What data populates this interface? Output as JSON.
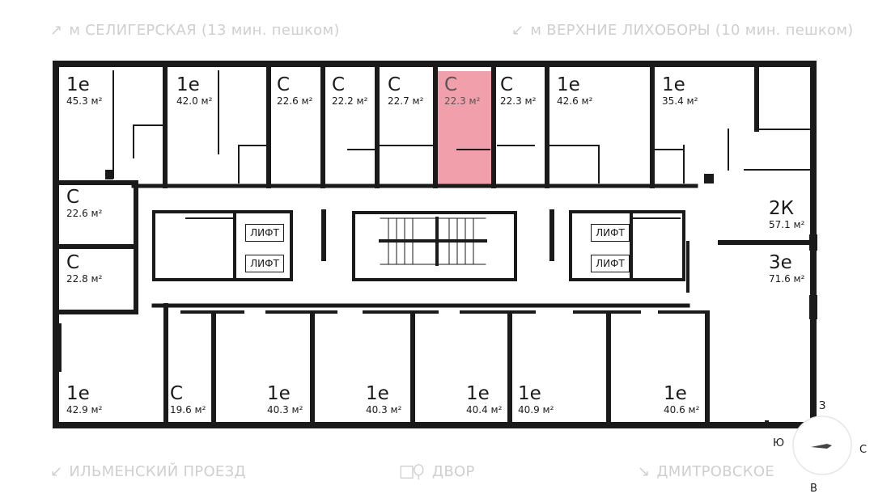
{
  "streets": {
    "top_left": "м СЕЛИГЕРСКАЯ (13 мин. пешком)",
    "top_right": "м ВЕРХНИЕ ЛИХОБОРЫ (10 мин. пешком)",
    "bottom_left": "ИЛЬМЕНСКИЙ ПРОЕЗД",
    "bottom_center": "ДВОР",
    "bottom_right": "ДМИТРОВСКОЕ"
  },
  "units_top": [
    {
      "type": "1е",
      "area": "45.3 м²"
    },
    {
      "type": "1е",
      "area": "42.0 м²"
    },
    {
      "type": "С",
      "area": "22.6 м²"
    },
    {
      "type": "С",
      "area": "22.2 м²"
    },
    {
      "type": "С",
      "area": "22.7 м²"
    },
    {
      "type": "С",
      "area": "22.3 м²"
    },
    {
      "type": "С",
      "area": "22.3 м²"
    },
    {
      "type": "1е",
      "area": "42.6 м²"
    },
    {
      "type": "1е",
      "area": "35.4 м²"
    }
  ],
  "units_left": [
    {
      "type": "С",
      "area": "22.6 м²"
    },
    {
      "type": "С",
      "area": "22.8 м²"
    }
  ],
  "units_right": [
    {
      "type": "2К",
      "area": "57.1 м²"
    },
    {
      "type": "3е",
      "area": "71.6 м²"
    }
  ],
  "units_bottom": [
    {
      "type": "1е",
      "area": "42.9 м²"
    },
    {
      "type": "С",
      "area": "19.6 м²"
    },
    {
      "type": "1е",
      "area": "40.3 м²"
    },
    {
      "type": "1е",
      "area": "40.3 м²"
    },
    {
      "type": "1е",
      "area": "40.4 м²"
    },
    {
      "type": "1е",
      "area": "40.9 м²"
    },
    {
      "type": "1е",
      "area": "40.6 м²"
    }
  ],
  "lift_label": "ЛИФТ",
  "compass": {
    "n": "З",
    "s": "В",
    "e": "С",
    "w": "Ю"
  },
  "colors": {
    "highlight": "#f1a0ab",
    "wall": "#1a1a1a",
    "street": "#cfcfcf"
  }
}
